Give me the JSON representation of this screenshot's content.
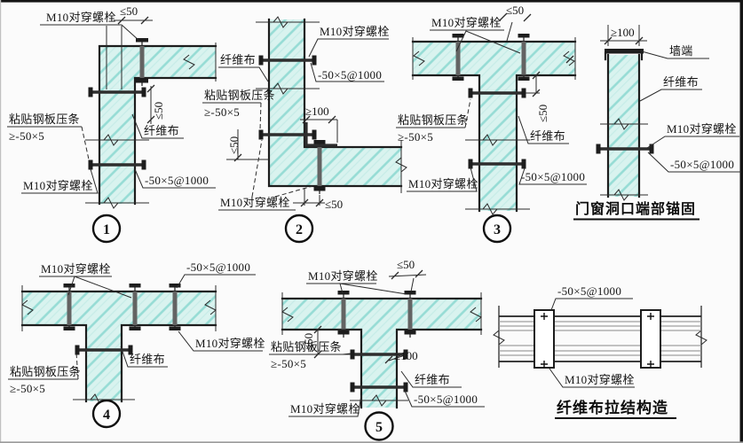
{
  "drawing": {
    "description_colors": {
      "background": "#fbfbfb",
      "wall_fill": "#d9f3ef",
      "hatch_primary": "#96dcd5",
      "hatch_secondary": "#c6ece7",
      "outline": "#1d1d1d",
      "steel": "#2e2e2e"
    },
    "labels": {
      "m10_bolt": "M10对穿螺栓",
      "fiber_cloth": "纤维布",
      "steel_strip": "粘贴钢板压条",
      "steel_strip_spec": "≥-50×5",
      "plate_spec": "-50×5@1000",
      "dim_le50": "≤50",
      "dim_ge100": "≥100",
      "wall_end": "墙端"
    },
    "details": {
      "d1": {
        "number": "1"
      },
      "d2": {
        "number": "2"
      },
      "d3": {
        "number": "3"
      },
      "d4": {
        "number": "4"
      },
      "d5": {
        "number": "5"
      },
      "door_window": {
        "title": "门窗洞口端部锚固"
      },
      "fiber_tie": {
        "title": "纤维布拉结构造"
      }
    }
  }
}
